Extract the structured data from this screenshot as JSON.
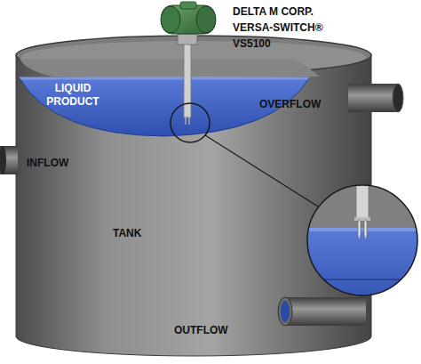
{
  "diagram": {
    "labels": [
      "DELTA M CORP.",
      "VERSA-SWITCH®",
      "VS5100",
      "LIQUID PRODUCT",
      "OVERFLOW",
      "INFLOW",
      "TANK",
      "OUTFLOW"
    ]
  }
}
